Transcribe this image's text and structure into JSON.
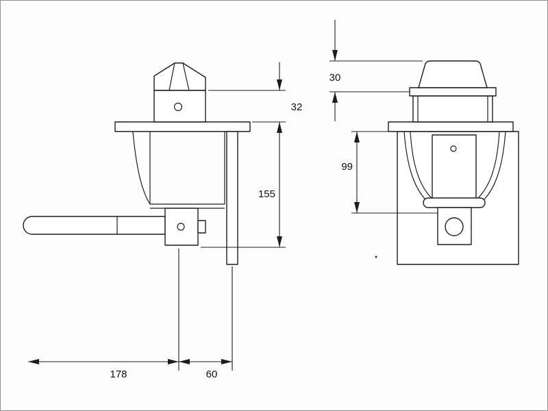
{
  "drawing": {
    "dimensions": {
      "block_height": "32",
      "body_height": "155",
      "cap_height": "30",
      "inner_height": "99",
      "handle_length": "178",
      "base_width": "60"
    }
  }
}
